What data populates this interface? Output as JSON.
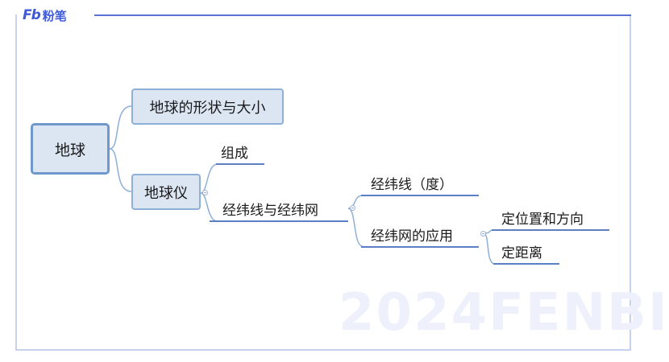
{
  "brand": {
    "logo": "Fb",
    "name": "粉笔"
  },
  "watermark": "2024FENBI",
  "mindmap": {
    "root": "地球",
    "branch_shape": "地球的形状与大小",
    "branch_globe": "地球仪",
    "globe_children": {
      "composition": "组成",
      "lines": "经纬线与经纬网"
    },
    "lines_children": {
      "degree": "经纬线（度）",
      "grid_use": "经纬网的应用"
    },
    "grid_use_children": {
      "position": "定位置和方向",
      "distance": "定距离"
    }
  },
  "colors": {
    "line": "#8fb0d6",
    "underline": "#5a7fc4",
    "node_fill": "#dce6f3",
    "frame": "#5a6fd6"
  }
}
